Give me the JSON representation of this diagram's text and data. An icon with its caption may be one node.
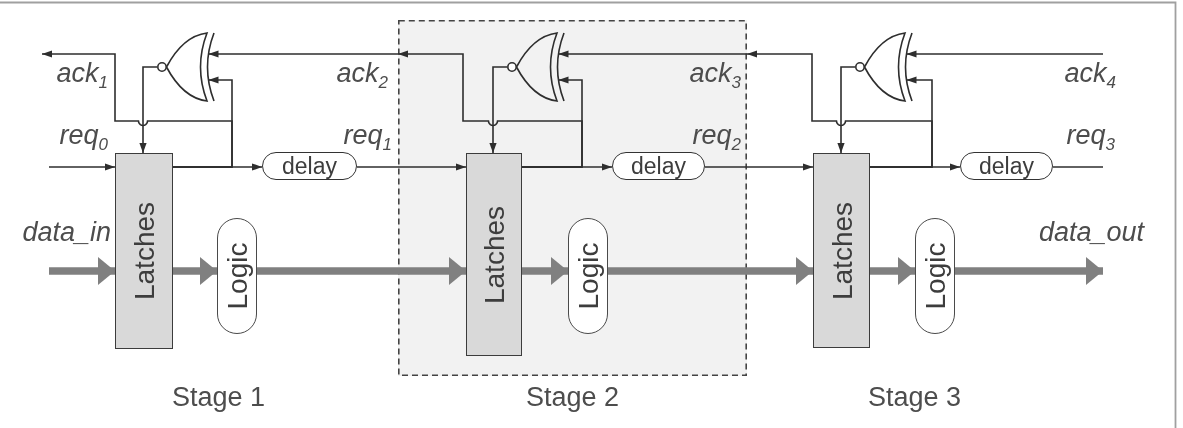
{
  "diagram": {
    "nodes": [
      {
        "text": [],
        "shape": "gate"
      },
      {
        "text": [
          "Latches"
        ]
      },
      {
        "text": [
          "delay"
        ]
      },
      {
        "text": [
          "Logic"
        ]
      },
      {
        "text": [
          "Stage 2"
        ]
      },
      {
        "text": [],
        "shape": "gate",
        "in": 4
      },
      {
        "text": [
          "Latches"
        ],
        "in": 4
      },
      {
        "text": [
          "delay"
        ],
        "in": 4
      },
      {
        "text": [
          "Logic"
        ],
        "in": 4
      },
      {
        "text": [],
        "shape": "gate"
      },
      {
        "text": [
          "Latches"
        ]
      },
      {
        "text": [
          "delay"
        ]
      },
      {
        "text": [
          "Logic"
        ]
      }
    ],
    "edges": [
      {
        "from": 1,
        "to": null,
        "arrow": "to",
        "label": "ack$_{1}$"
      },
      {
        "from": null,
        "to": 1,
        "arrow": "to",
        "label": "req$_{0}$"
      },
      {
        "from": null,
        "to": 1,
        "arrow": "to",
        "label": "data_in",
        "style": "thick",
        "color": "#808080"
      },
      {
        "from": 0,
        "to": 1,
        "arrow": "to"
      },
      {
        "from": 1,
        "to": 0,
        "arrow": "to"
      },
      {
        "from": 1,
        "to": 2,
        "arrow": "to"
      },
      {
        "from": 1,
        "to": 3,
        "arrow": "to",
        "style": "thick",
        "color": "#808080"
      },
      {
        "from": 6,
        "to": 0,
        "arrow": "to",
        "label": "ack$_{2}$"
      },
      {
        "from": 2,
        "to": 6,
        "arrow": "to",
        "label": "req$_{1}$"
      },
      {
        "from": 3,
        "to": 6,
        "arrow": "to",
        "style": "thick",
        "color": "#808080"
      },
      {
        "from": 5,
        "to": 6,
        "arrow": "to"
      },
      {
        "from": 6,
        "to": 5,
        "arrow": "to"
      },
      {
        "from": 6,
        "to": 7,
        "arrow": "to"
      },
      {
        "from": 6,
        "to": 8,
        "arrow": "to",
        "style": "thick",
        "color": "#808080"
      },
      {
        "from": 10,
        "to": 5,
        "arrow": "to",
        "label": "ack$_{3}$"
      },
      {
        "from": 7,
        "to": 10,
        "arrow": "to",
        "label": "req$_{2}$"
      },
      {
        "from": 8,
        "to": 10,
        "arrow": "to",
        "style": "thick",
        "color": "#808080"
      },
      {
        "from": null,
        "to": 9,
        "arrow": "to",
        "label": "ack$_{4}$"
      },
      {
        "from": 9,
        "to": 10,
        "arrow": "to"
      },
      {
        "from": 10,
        "to": 9,
        "arrow": "to"
      },
      {
        "from": 10,
        "to": 11,
        "arrow": "to"
      },
      {
        "from": 10,
        "to": 12,
        "arrow": "to",
        "style": "thick",
        "color": "#808080"
      },
      {
        "from": 11,
        "to": null,
        "arrow": "none",
        "label": "req$_{3}$"
      },
      {
        "from": 12,
        "to": null,
        "arrow": "to",
        "label": "data_out",
        "style": "thick",
        "color": "#808080"
      }
    ],
    "labels": [
      "Stage 1",
      "Stage 3"
    ]
  }
}
